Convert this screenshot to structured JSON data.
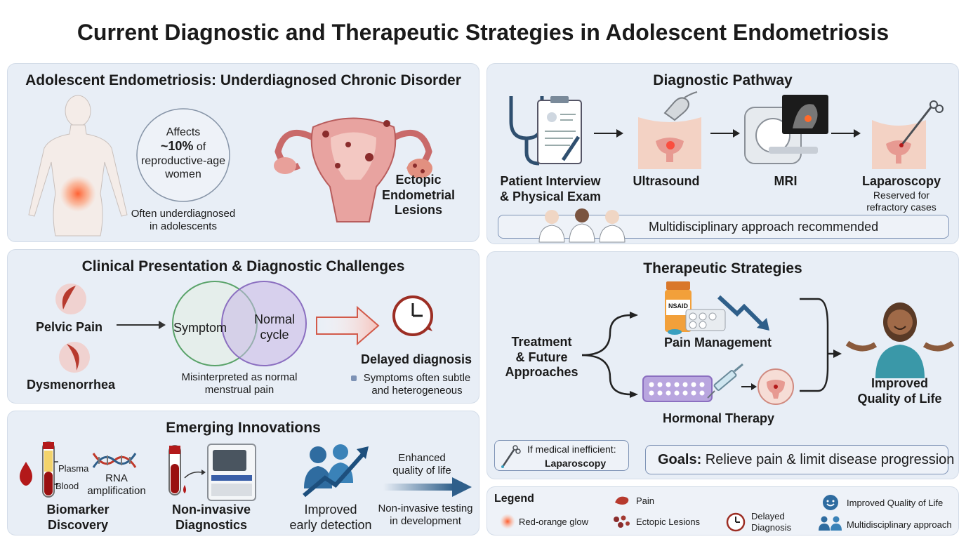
{
  "title": "Current Diagnostic and Therapeutic Strategies in Adolescent Endometriosis",
  "panel1": {
    "title": "Adolescent Endometriosis: Underdiagnosed Chronic Disorder",
    "affects_line1": "Affects",
    "affects_pct": "~10%",
    "affects_of": " of",
    "affects_line3": "reproductive-age",
    "affects_line4": "women",
    "underdiag_1": "Often underdiagnosed",
    "underdiag_2": "in adolescents",
    "ectopic_1": "Ectopic",
    "ectopic_2": "Endometrial",
    "ectopic_3": "Lesions"
  },
  "panel2": {
    "title": "Clinical Presentation & Diagnostic Challenges",
    "pelvic_pain": "Pelvic Pain",
    "dysmenorrhea": "Dysmenorrhea",
    "venn_left": "Symptom",
    "venn_right_1": "Normal",
    "venn_right_2": "cycle",
    "misinterp_1": "Misinterpreted as normal",
    "misinterp_2": "menstrual pain",
    "delayed": "Delayed diagnosis",
    "subtle_1": "Symptoms often subtle",
    "subtle_2": "and heterogeneous"
  },
  "panel3": {
    "title": "Emerging Innovations",
    "plasma": "Plasma",
    "blood": "Blood",
    "rna_1": "RNA",
    "rna_2": "amplification",
    "biomarker_1": "Biomarker",
    "biomarker_2": "Discovery",
    "noninv_1": "Non-invasive",
    "noninv_2": "Diagnostics",
    "improved_1": "Improved",
    "improved_2": "early detection",
    "enhanced_1": "Enhanced",
    "enhanced_2": "quality of life",
    "testing_1": "Non-invasive testing",
    "testing_2": "in development"
  },
  "panel4": {
    "title": "Diagnostic Pathway",
    "step1_1": "Patient Interview",
    "step1_2": "& Physical Exam",
    "step2": "Ultrasound",
    "step3": "MRI",
    "step4": "Laparoscopy",
    "step4_note_1": "Reserved for",
    "step4_note_2": "refractory cases",
    "multi": "Multidisciplinary approach recommended"
  },
  "panel5": {
    "title": "Therapeutic Strategies",
    "treat_1": "Treatment",
    "treat_2": "& Future",
    "treat_3": "Approaches",
    "nsaid": "NSAID",
    "pain_mgmt": "Pain Management",
    "hormonal": "Hormonal Therapy",
    "improved_1": "Improved",
    "improved_2": "Quality of Life",
    "if_medical": "If medical inefficient:",
    "laparoscopy": "Laparoscopy",
    "goals_label": "Goals:",
    "goals_text": " Relieve pain & limit disease progression"
  },
  "legend": {
    "title": "Legend",
    "glow": "Red-orange glow",
    "pain": "Pain",
    "lesions": "Ectopic Lesions",
    "delayed_1": "Delayed",
    "delayed_2": "Diagnosis",
    "qol": "Improved Quality of Life",
    "multi": "Multidisciplinary approach"
  },
  "colors": {
    "panel_bg": "#e8eef6",
    "accent_red": "#c0392b",
    "arrow_blue": "#2f5f8a",
    "venn_green": "#5aa36a",
    "venn_purple": "#8b6fc0"
  }
}
